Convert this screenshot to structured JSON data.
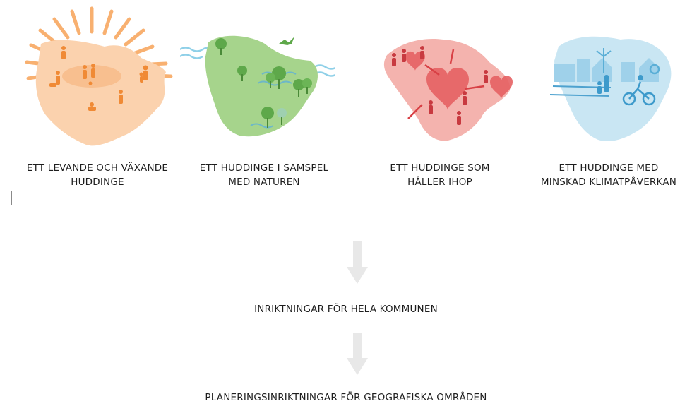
{
  "themes": [
    {
      "line1": "ETT LEVANDE OCH VÄXANDE",
      "line2": "HUDDINGE",
      "color": "#f39a4f"
    },
    {
      "line1": "ETT HUDDINGE I SAMSPEL",
      "line2": "MED NATUREN",
      "color": "#8cc26a"
    },
    {
      "line1": "ETT HUDDINGE SOM",
      "line2": "HÅLLER IHOP",
      "color": "#e9636a"
    },
    {
      "line1": "ETT HUDDINGE MED",
      "line2": "MINSKAD KLIMATPÅVERKAN",
      "color": "#7fc5e6"
    }
  ],
  "flow": {
    "step1": "INRIKTNINGAR FÖR HELA KOMMUNEN",
    "step2": "PLANERINGSINRIKTNINGAR FÖR GEOGRAFISKA OMRÅDEN"
  }
}
